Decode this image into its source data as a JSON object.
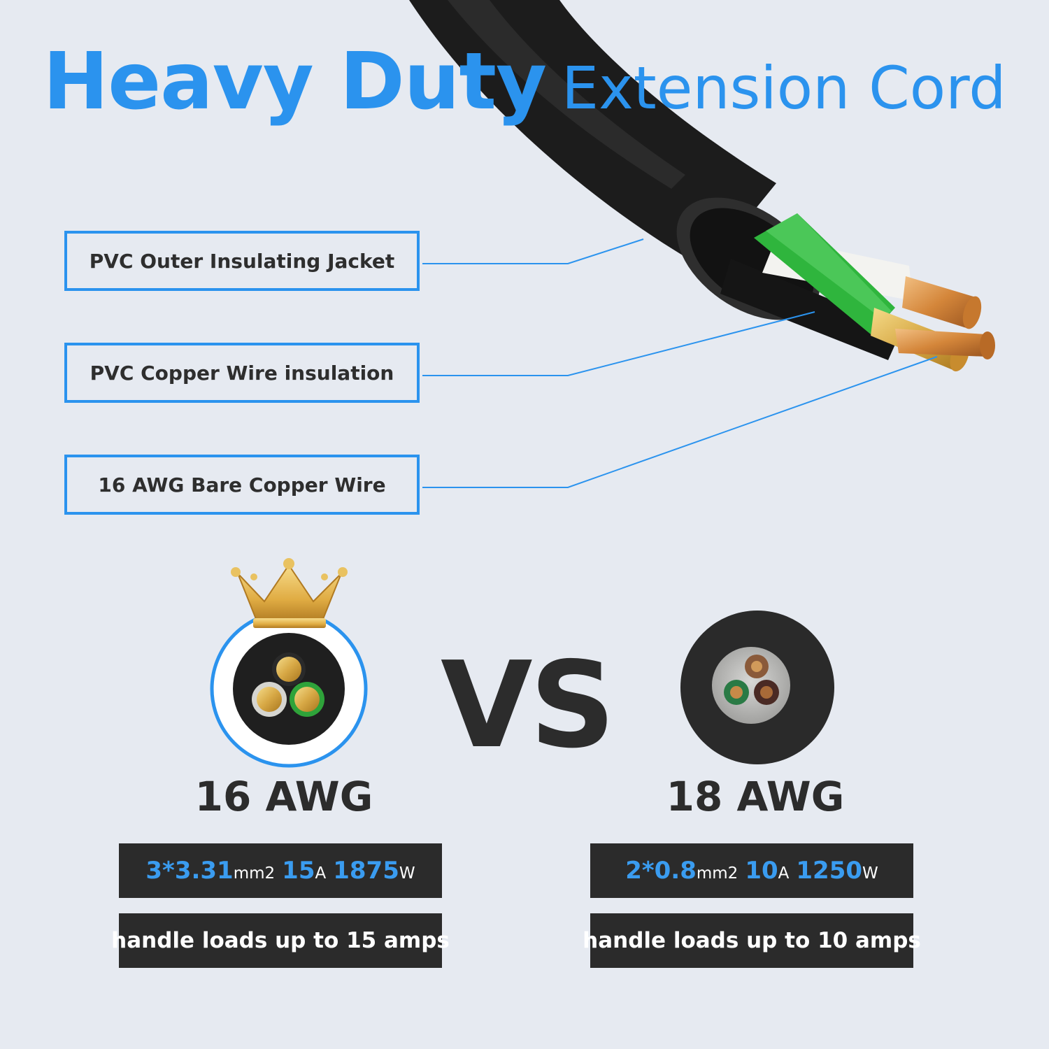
{
  "title": {
    "bold": "Heavy Duty",
    "light": "Extension Cord",
    "color": "#2b93ee"
  },
  "callouts": [
    {
      "label": "PVC Outer Insulating Jacket"
    },
    {
      "label": "PVC Copper Wire insulation"
    },
    {
      "label": "16 AWG Bare Copper Wire"
    }
  ],
  "comparison": {
    "vs": "VS",
    "left": {
      "gauge": "16 AWG",
      "crown": "crown-icon",
      "spec": {
        "cores": "3*3.31",
        "area_unit": "mm2",
        "amps": "15",
        "amps_unit": "A",
        "watts": "1875",
        "watts_unit": "W"
      },
      "load": "handle loads up to 15 amps"
    },
    "right": {
      "gauge": "18 AWG",
      "spec": {
        "cores": "2*0.8",
        "area_unit": "mm2",
        "amps": "10",
        "amps_unit": "A",
        "watts": "1250",
        "watts_unit": "W"
      },
      "load": "handle loads up to 10 amps"
    }
  },
  "colors": {
    "accent": "#2b93ee",
    "dark": "#2b2b2b",
    "background": "#e6eaf1",
    "wire_green": "#2fb53d",
    "copper": "#d4863a"
  }
}
